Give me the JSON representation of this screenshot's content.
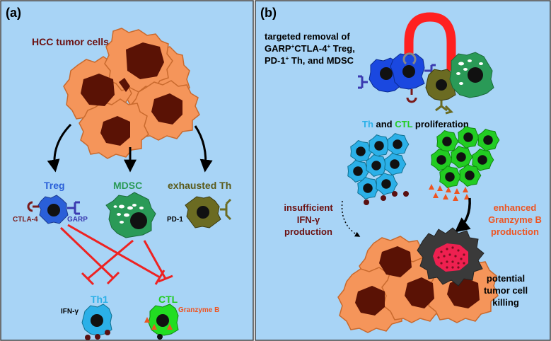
{
  "panel_a": {
    "label": "(a)",
    "tumor_label": "HCC tumor cells",
    "treg": {
      "name": "Treg",
      "ctla4": "CTLA-4",
      "garp": "GARP",
      "color": "#2a5fd8"
    },
    "mdsc": {
      "name": "MDSC",
      "color": "#2a9a57"
    },
    "exhausted_th": {
      "name": "exhausted Th",
      "pd1": "PD-1",
      "color": "#5a5a1a"
    },
    "th1": {
      "name": "Th1",
      "cytokine": "IFN-γ",
      "color": "#2bb0e8"
    },
    "ctl": {
      "name": "CTL",
      "cytokine": "Granzyme B",
      "color": "#22cc22"
    }
  },
  "panel_b": {
    "label": "(b)",
    "removal_line1": "targeted removal of",
    "removal_line2_prefix": "GARP",
    "removal_line2_mid": "CTLA-4",
    "removal_line2_suffix": " Treg,",
    "sup_plus": "+",
    "removal_line3_prefix": "PD-1",
    "removal_line3_suffix": " Th, and MDSC",
    "proliferation_th": "Th",
    "proliferation_and": " and ",
    "proliferation_ctl": "CTL",
    "proliferation_suffix": " proliferation",
    "insufficient_lines": [
      "insufficient",
      "IFN-γ",
      "production"
    ],
    "enhanced_lines": [
      "enhanced",
      "Granzyme B",
      "production"
    ],
    "killing_lines": [
      "potential",
      "tumor cell",
      "killing"
    ]
  },
  "colors": {
    "background": "#a8d4f6",
    "tumor": "#f5955a",
    "tumor_nucleus": "#5a1205",
    "inhibition": "#ee2222",
    "dark_red_text": "#6b1010",
    "orange_text": "#ee5522",
    "th_blue": "#2bb0e8",
    "ctl_green": "#22cc22",
    "cross_link": "#ff2020"
  }
}
